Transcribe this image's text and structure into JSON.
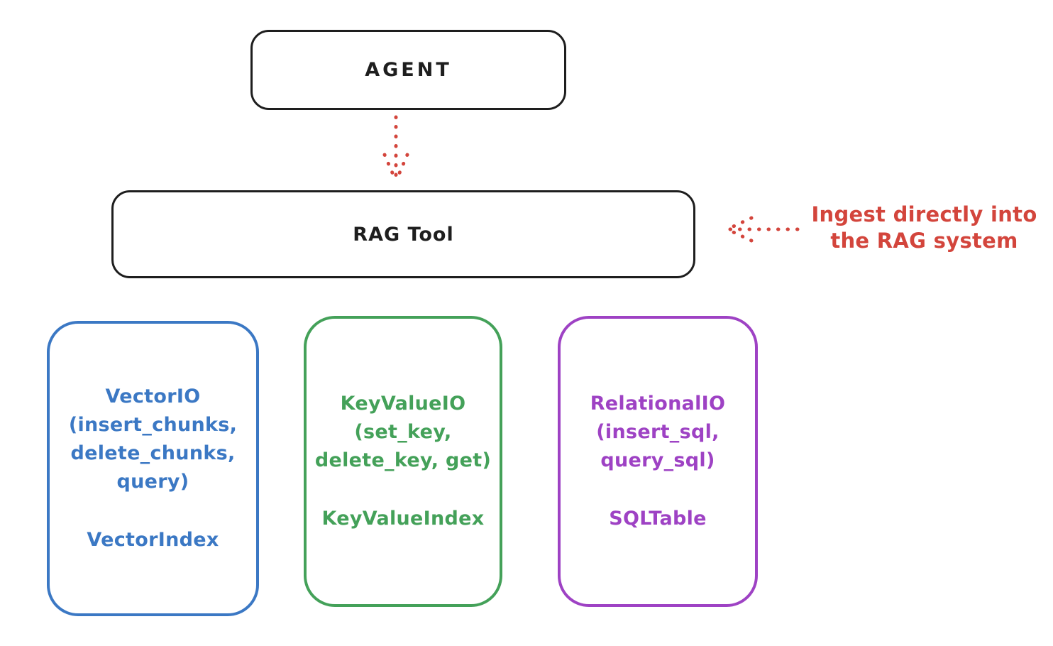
{
  "diagram": {
    "agent": {
      "label": "AGENT"
    },
    "rag_tool": {
      "label": "RAG Tool"
    },
    "annotation": {
      "line1": "Ingest directly into",
      "line2": "the RAG system"
    },
    "io_boxes": [
      {
        "name": "vector-io",
        "accent_color": "#3b78c4",
        "lines": [
          "VectorIO",
          "(insert_chunks,",
          "delete_chunks,",
          "query)"
        ],
        "index_label": "VectorIndex"
      },
      {
        "name": "keyvalue-io",
        "accent_color": "#44a159",
        "lines": [
          "KeyValueIO",
          "(set_key,",
          "delete_key, get)"
        ],
        "index_label": "KeyValueIndex"
      },
      {
        "name": "relational-io",
        "accent_color": "#9e42c4",
        "lines": [
          "RelationalIO",
          "(insert_sql,",
          "query_sql)"
        ],
        "index_label": "SQLTable"
      }
    ],
    "arrows": [
      {
        "name": "agent-to-rag-tool",
        "style": "dotted",
        "color": "#d3453c",
        "direction": "down"
      },
      {
        "name": "annotation-to-rag-tool",
        "style": "dotted",
        "color": "#d3453c",
        "direction": "left"
      }
    ],
    "colors": {
      "stroke": "#1e1e1e",
      "arrow_red": "#d3453c",
      "background": "#ffffff"
    }
  }
}
